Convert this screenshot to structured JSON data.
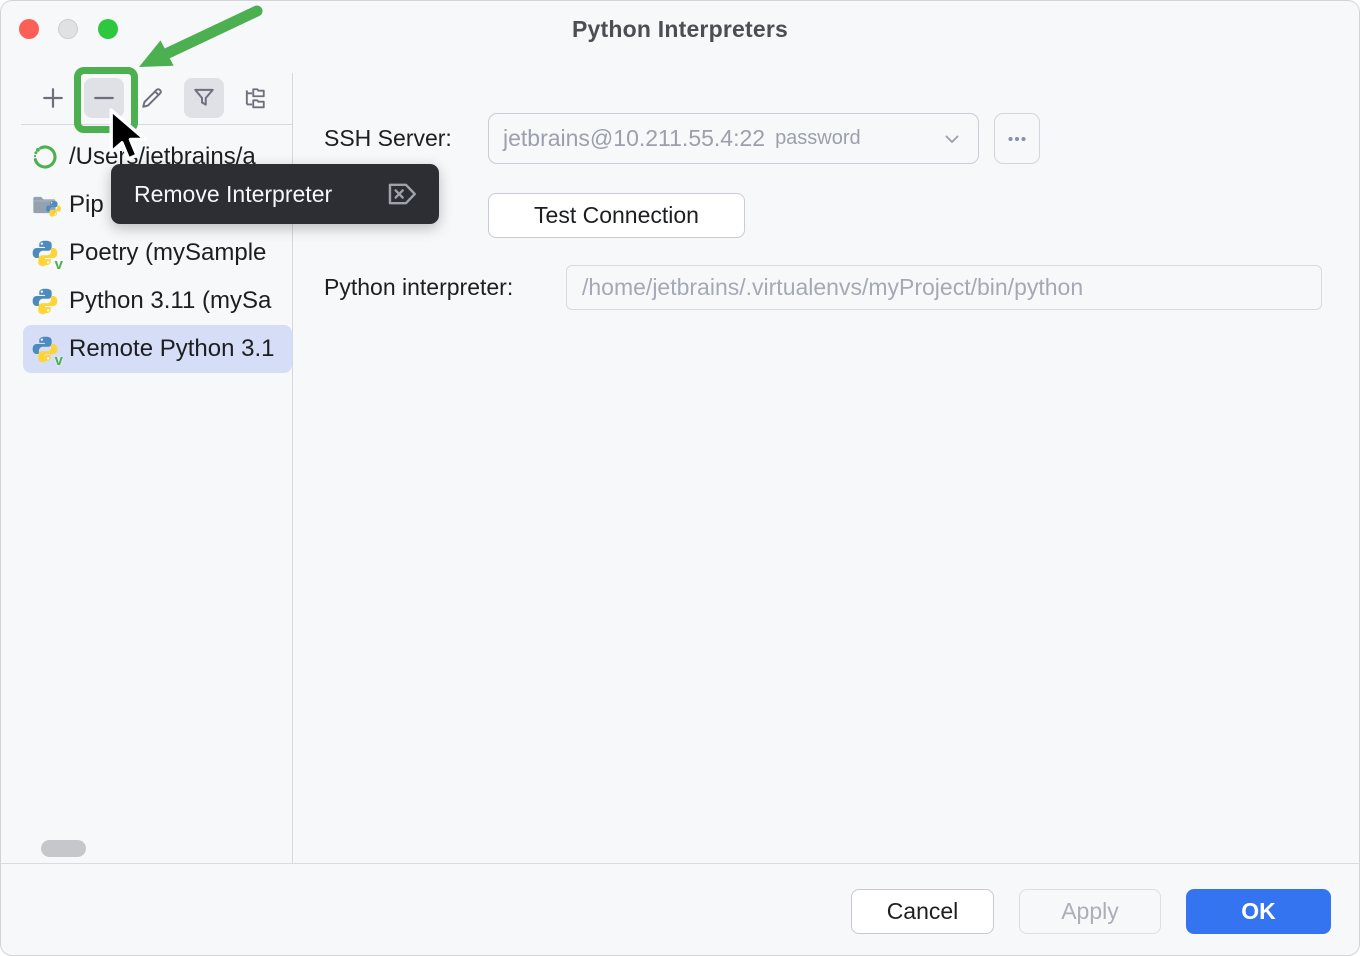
{
  "window": {
    "title": "Python Interpreters"
  },
  "titlebar": {
    "close_icon": "red-close-circle",
    "minimize_icon": "disabled-gray-circle",
    "zoom_icon": "green-zoom-circle"
  },
  "toolbar": {
    "add_icon": "plus-icon",
    "remove_icon": "minus-icon",
    "edit_icon": "pencil-icon",
    "filter_icon": "funnel-icon",
    "show_paths_icon": "folder-tree-icon"
  },
  "interpreter_list": {
    "items": [
      {
        "label": "/Users/jetbrains/a",
        "icon": "loading-spinner",
        "selected": false
      },
      {
        "label": "Pip",
        "icon": "folder-python",
        "selected": false
      },
      {
        "label": "Poetry (mySample",
        "icon": "python-venv",
        "selected": false
      },
      {
        "label": "Python 3.11 (mySa",
        "icon": "python",
        "selected": false
      },
      {
        "label": "Remote Python 3.1",
        "icon": "python-venv",
        "selected": true
      }
    ]
  },
  "tooltip": {
    "label": "Remove Interpreter",
    "icon": "forward-delete-icon"
  },
  "form": {
    "ssh_server_label": "SSH Server:",
    "ssh_server_value": "jetbrains@10.211.55.4:22",
    "ssh_server_auth": "password",
    "browse_icon": "ellipsis-icon",
    "test_connection_label": "Test Connection",
    "python_interpreter_label": "Python interpreter:",
    "python_interpreter_value": "/home/jetbrains/.virtualenvs/myProject/bin/python"
  },
  "footer": {
    "cancel_label": "Cancel",
    "apply_label": "Apply",
    "ok_label": "OK"
  },
  "colors": {
    "accent_blue": "#3574F0",
    "annotation_green": "#4CAF50",
    "selected_row_bg": "#D5DDF7",
    "tooltip_bg": "#2C2E33",
    "window_bg": "#F7F8FA",
    "border": "#C9CCD6",
    "muted_text": "#9BA0AC",
    "icon_gray": "#6C707E",
    "traffic_red": "#FB5F57",
    "traffic_green": "#2EC83F"
  }
}
